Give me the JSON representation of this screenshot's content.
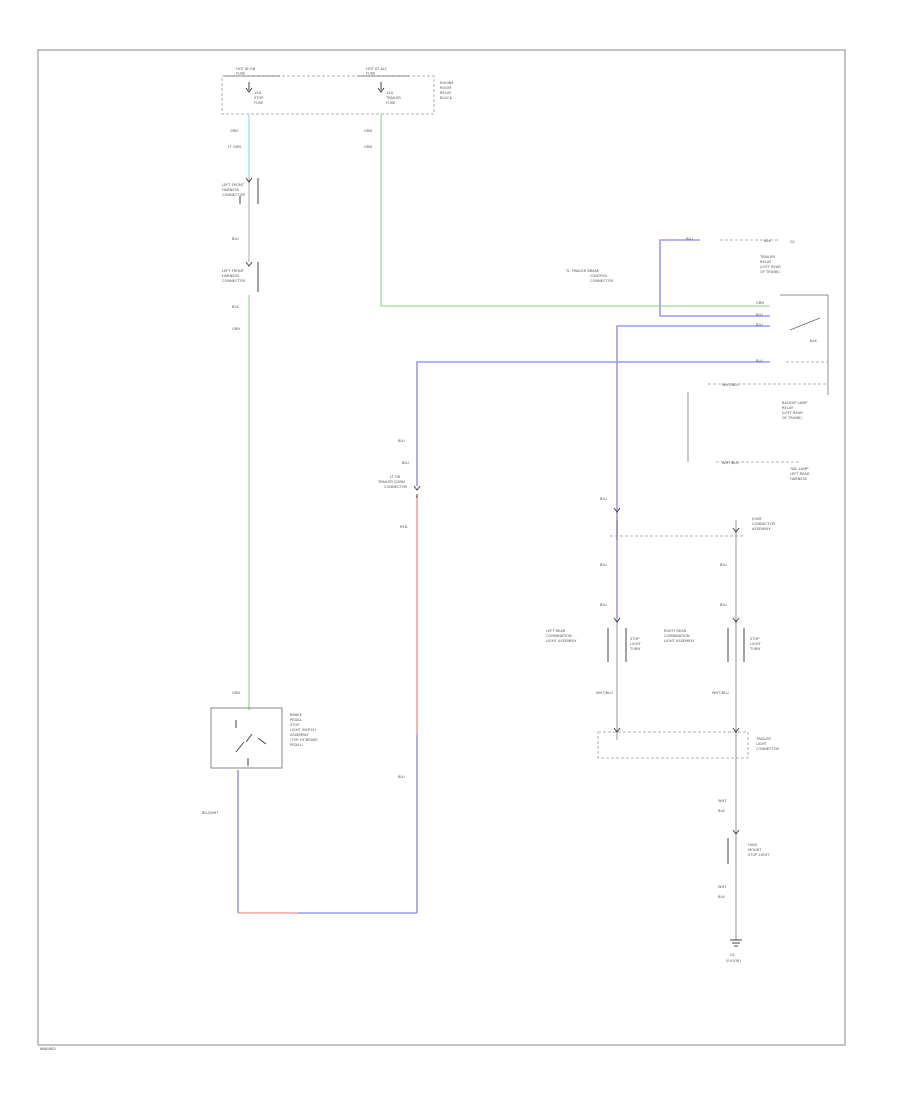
{
  "colors": {
    "green": "#a8e8a0",
    "blue": "#9a9af5",
    "red": "#f4a0a0",
    "cyan": "#a8e8f0",
    "frame": "#8a8a8a"
  },
  "page_id": "W00002",
  "top_connectors": {
    "left_title": "HOT IN ON",
    "right_title": "HOT AT ALL",
    "left_sub": "FUSE",
    "right_sub": "FUSE",
    "left_line1": "15A",
    "left_line2": "STOP",
    "left_line3": "FUSE",
    "right_line1": "15A",
    "right_line2": "TRAILER",
    "right_line3": "FUSE",
    "box_label1": "ENGINE",
    "box_label2": "ROOM",
    "box_label3": "RELAY",
    "box_label4": "BLOCK"
  },
  "wires": {
    "w_top_left": "GRN",
    "w_top_left2": "LT GRN",
    "w_top_right": "GRN",
    "w_top_right2": "GRN",
    "w_blu1": "BLU",
    "w_grn_mid": "GRN",
    "w_blu_mid": "BLU",
    "w_blu_top": "BLU",
    "w_red": "RED",
    "w_blu_lower": "BLU",
    "w_blu_wht": "BLU/WHT",
    "w_blu_r1": "BLU",
    "w_blu_r2": "BLU",
    "w_blu_r3": "BLU",
    "w_blu_r4": "BLU",
    "w_wht_blu1": "WHT/BLU",
    "w_wht_blu2": "WHT/BLU",
    "w_wht1": "WHT",
    "w_wht2": "WHT",
    "w_blk1": "BLK",
    "w_blk2": "BLK",
    "w_blk_top": "BLK"
  },
  "components": {
    "conn1_a": "LEFT FRONT",
    "conn1_b": "HARNESS",
    "conn1_c": "CONNECTOR",
    "conn2_a": "LEFT FRONT",
    "conn2_b": "HARNESS",
    "conn2_c": "CONNECTOR",
    "stop_sw1": "STOP",
    "stop_sw2": "LIGHT",
    "stop_sw3": "SWITCH",
    "stop_sw4": "(TOP OF BRAKE",
    "stop_sw5": "PEDAL)",
    "trailer_relay1": "TRAILER",
    "trailer_relay2": "RELAY",
    "trailer_relay3": "(LEFT REAR",
    "trailer_relay4": "OF TRUNK)",
    "tail_relay_label1": "TL TRAILER BRAKE",
    "tail_relay_label2": "CONTROL",
    "tail_relay_label3": "CONNECTOR",
    "backup_a": "BACKUP LAMP",
    "backup_b": "RELAY",
    "backup_c": "(LEFT REAR",
    "backup_d": "OF TRUNK)",
    "tl_conn_a": "TAIL LAMP",
    "tl_conn_b": "LEFT REAR",
    "tl_conn_c": "HARNESS",
    "mid_conn_a": "LT OR",
    "mid_conn_b": "TRAILER CONN",
    "mid_conn_c": "CONNECTOR",
    "lt_rear_a": "LEFT REAR",
    "lt_rear_b": "COMBINATION",
    "lt_rear_c": "LIGHT ASSEMBLY",
    "rt_rear_a": "RIGHT REAR",
    "rt_rear_b": "COMBINATION",
    "rt_rear_c": "LIGHT ASSEMBLY",
    "lamp_a1": "STOP",
    "lamp_a2": "LIGHT",
    "lamp_a3": "TURN",
    "lamp_b1": "STOP",
    "lamp_b2": "LIGHT",
    "lamp_b3": "TURN",
    "rear_conn_a": "JOINT",
    "rear_conn_b": "CONNECTOR",
    "rear_conn_c": "ASSEMBLY",
    "ground_conn_a": "TRAILER",
    "ground_conn_b": "LIGHT",
    "ground_conn_c": "CONNECTOR",
    "ground_a": "G1",
    "ground_b": "(FLOOR)",
    "hi_stop_a": "HIGH",
    "hi_stop_b": "MOUNT",
    "hi_stop_c": "STOP LIGHT",
    "sw_a": "BRAKE",
    "sw_b": "PEDAL",
    "sw_c": "STOP",
    "sw_d": "LIGHT SWITCH",
    "sw_e": "ASSEMBLY"
  }
}
